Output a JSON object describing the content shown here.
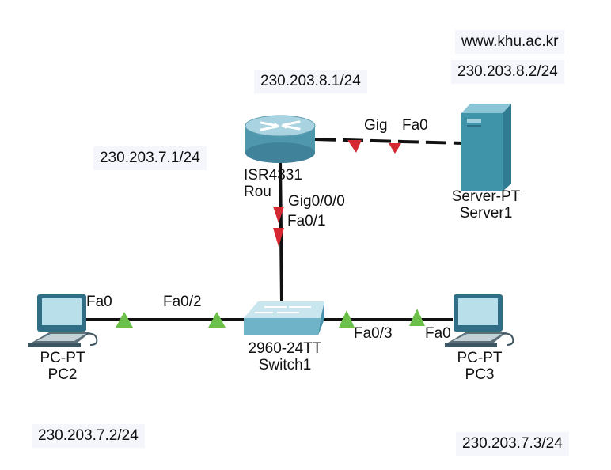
{
  "notes": {
    "server_url": "www.khu.ac.kr",
    "server_ip": "230.203.8.2/24",
    "router_gig_ip": "230.203.8.1/24",
    "router_fa_ip": "230.203.7.1/24",
    "pc2_ip": "230.203.7.2/24",
    "pc3_ip": "230.203.7.3/24"
  },
  "devices": {
    "router": {
      "model": "ISR4331",
      "name": "Rou"
    },
    "server": {
      "model": "Server-PT",
      "name": "Server1"
    },
    "switch": {
      "model": "2960-24TT",
      "name": "Switch1"
    },
    "pc2": {
      "model": "PC-PT",
      "name": "PC2"
    },
    "pc3": {
      "model": "PC-PT",
      "name": "PC3"
    }
  },
  "ports": {
    "router_to_server": "Gig",
    "server_fa0": "Fa0",
    "router_to_switch": "Gig0/0/0",
    "switch_fa0_1": "Fa0/1",
    "pc2_fa0": "Fa0",
    "switch_fa0_2": "Fa0/2",
    "switch_fa0_3": "Fa0/3",
    "pc3_fa0": "Fa0"
  },
  "colors": {
    "link_up": "#6cc04a",
    "link_down": "#d62833",
    "router_body": "#4f97ad",
    "server_body": "#3f94a9",
    "switch_body": "#8fc7d8",
    "note_bg": "#f4f6fb"
  }
}
